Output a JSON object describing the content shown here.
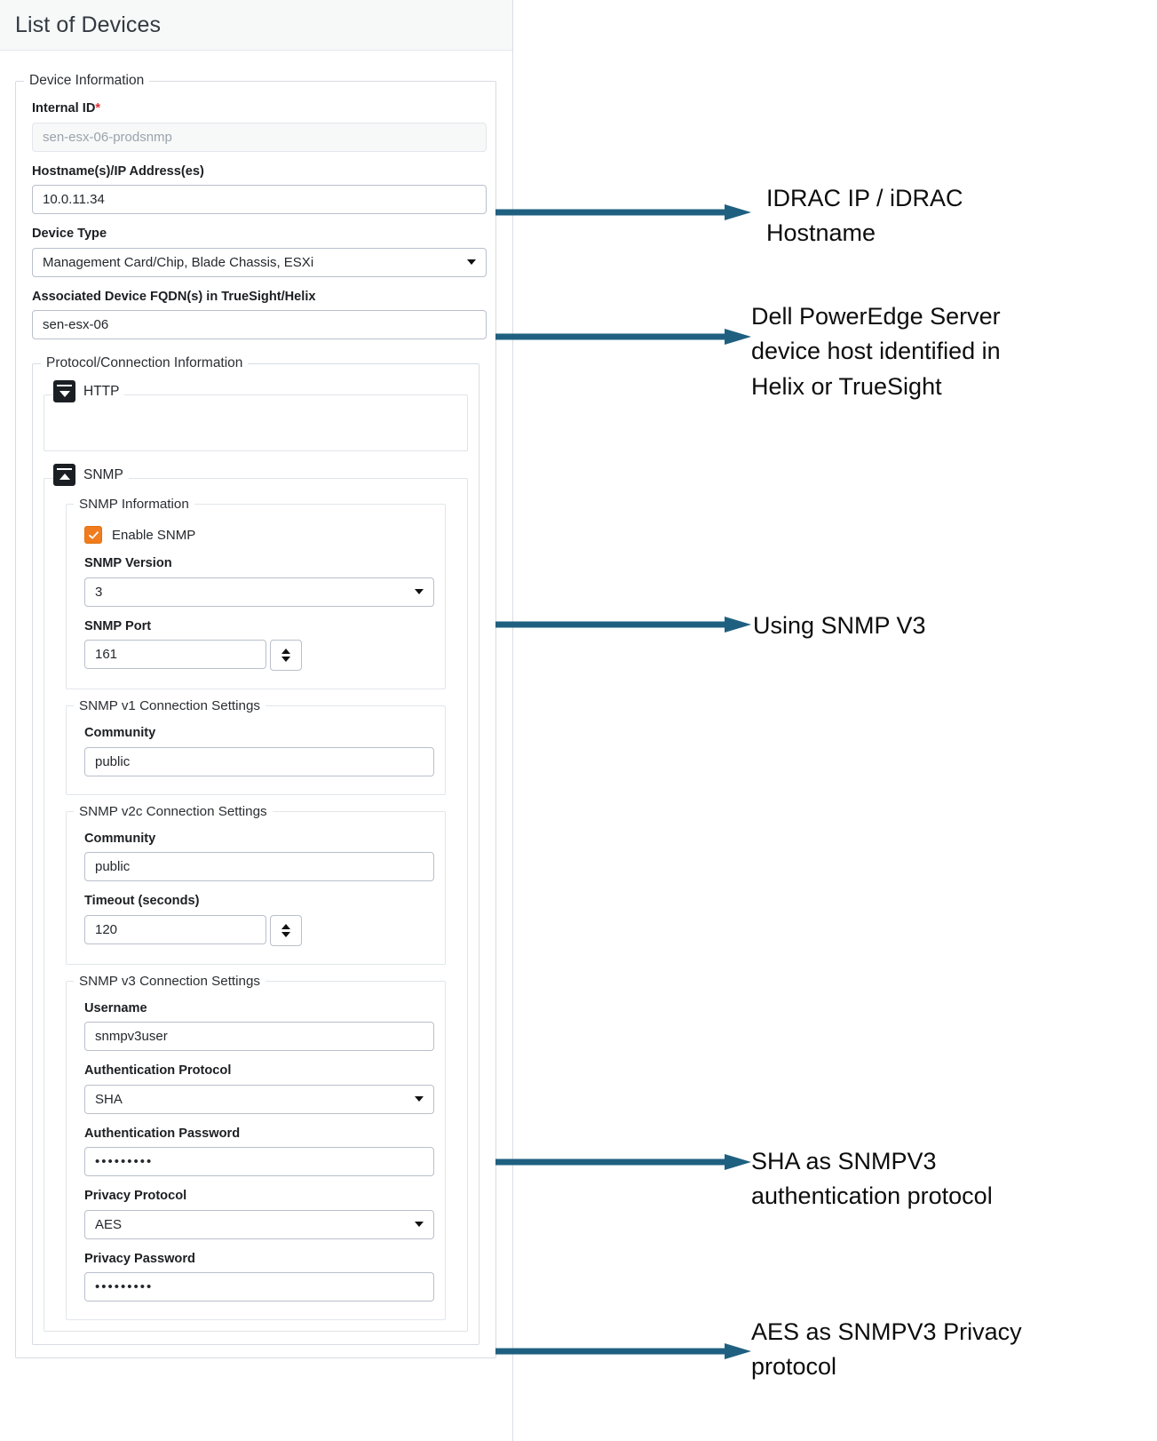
{
  "header": {
    "title": "List of Devices"
  },
  "device_information": {
    "legend": "Device Information",
    "internal_id": {
      "label": "Internal ID",
      "required_marker": "*",
      "placeholder": "sen-esx-06-prodsnmp",
      "value": "sen-esx-06-prodsnmp"
    },
    "hostname_ip": {
      "label": "Hostname(s)/IP Address(es)",
      "value": "10.0.11.34"
    },
    "device_type": {
      "label": "Device Type",
      "value": "Management Card/Chip, Blade Chassis, ESXi"
    },
    "associated_fqdn": {
      "label": "Associated Device FQDN(s) in TrueSight/Helix",
      "value": "sen-esx-06"
    }
  },
  "protocol_connection": {
    "legend": "Protocol/Connection Information",
    "http": {
      "title": "HTTP",
      "state": "collapsed",
      "icon": "chevron-down-icon"
    },
    "snmp": {
      "title": "SNMP",
      "state": "expanded",
      "icon": "chevron-up-icon"
    },
    "snmp_information": {
      "legend": "SNMP Information",
      "enable_snmp": {
        "label": "Enable SNMP",
        "checked": true
      },
      "snmp_version": {
        "label": "SNMP Version",
        "value": "3"
      },
      "snmp_port": {
        "label": "SNMP Port",
        "value": "161"
      }
    },
    "snmp_v1": {
      "legend": "SNMP v1 Connection Settings",
      "community": {
        "label": "Community",
        "value": "public"
      }
    },
    "snmp_v2c": {
      "legend": "SNMP v2c Connection Settings",
      "community": {
        "label": "Community",
        "value": "public"
      },
      "timeout": {
        "label": "Timeout (seconds)",
        "value": "120"
      }
    },
    "snmp_v3": {
      "legend": "SNMP v3 Connection Settings",
      "username": {
        "label": "Username",
        "value": "snmpv3user"
      },
      "auth_protocol": {
        "label": "Authentication Protocol",
        "value": "SHA"
      },
      "auth_password": {
        "label": "Authentication Password",
        "value": "•••••••••"
      },
      "privacy_protocol": {
        "label": "Privacy Protocol",
        "value": "AES"
      },
      "privacy_password": {
        "label": "Privacy Password",
        "value": "•••••••••"
      }
    }
  },
  "annotations": {
    "accent_color": "#1f6080",
    "items": [
      {
        "text": "IDRAC IP / iDRAC\nHostname"
      },
      {
        "text": "Dell PowerEdge Server\ndevice host identified in\nHelix or TrueSight"
      },
      {
        "text": "Using SNMP V3"
      },
      {
        "text": "SHA as SNMPV3\nauthentication protocol"
      },
      {
        "text": "AES as SNMPV3 Privacy\nprotocol"
      }
    ]
  }
}
